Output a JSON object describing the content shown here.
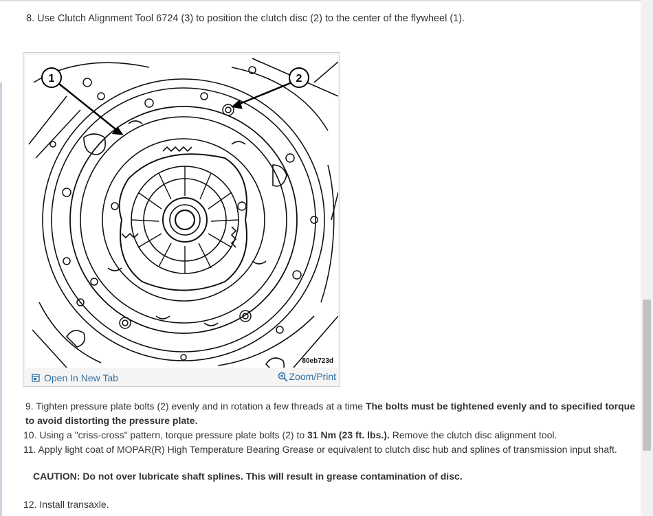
{
  "step8": "8. Use Clutch Alignment Tool 6724 (3) to position the clutch disc (2) to the center of the flywheel (1).",
  "figure": {
    "callout_1": "1",
    "callout_2": "2",
    "figure_id": "80eb723d",
    "open_tab_label": "Open In New Tab",
    "zoom_label": "Zoom/Print",
    "icons": {
      "open_tab": "open-new-tab-icon",
      "zoom": "magnifier-zoom-icon"
    }
  },
  "step9": {
    "text": "9. Tighten pressure plate bolts (2) evenly and in rotation a few threads at a time ",
    "bold": "The bolts must be tightened evenly and to specified torque to avoid distorting the pressure plate."
  },
  "step10": {
    "pre": "10. Using a \"criss-cross\" pattern, torque pressure plate bolts (2) to ",
    "bold": "31 Nm (23 ft. lbs.).",
    "post": " Remove the clutch disc alignment tool."
  },
  "step11": "11. Apply light coat of MOPAR(R) High Temperature Bearing Grease or equivalent to clutch disc hub and splines of transmission input shaft.",
  "caution": "CAUTION: Do not over lubricate shaft splines. This will result in grease contamination of disc.",
  "step12": "12. Install transaxle.",
  "colors": {
    "link": "#2f6fa3",
    "text": "#333333"
  }
}
